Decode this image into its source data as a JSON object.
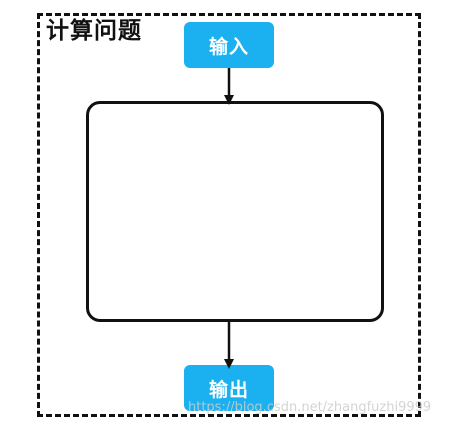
{
  "diagram": {
    "title": "计算问题",
    "nodes": {
      "input_label": "输入",
      "output_label": "输出",
      "process_label": ""
    },
    "colors": {
      "node_fill": "#1bb1f0",
      "border": "#111111",
      "background": "#ffffff"
    }
  },
  "watermark": "https://blog.csdn.net/zhangfuzhi9999"
}
